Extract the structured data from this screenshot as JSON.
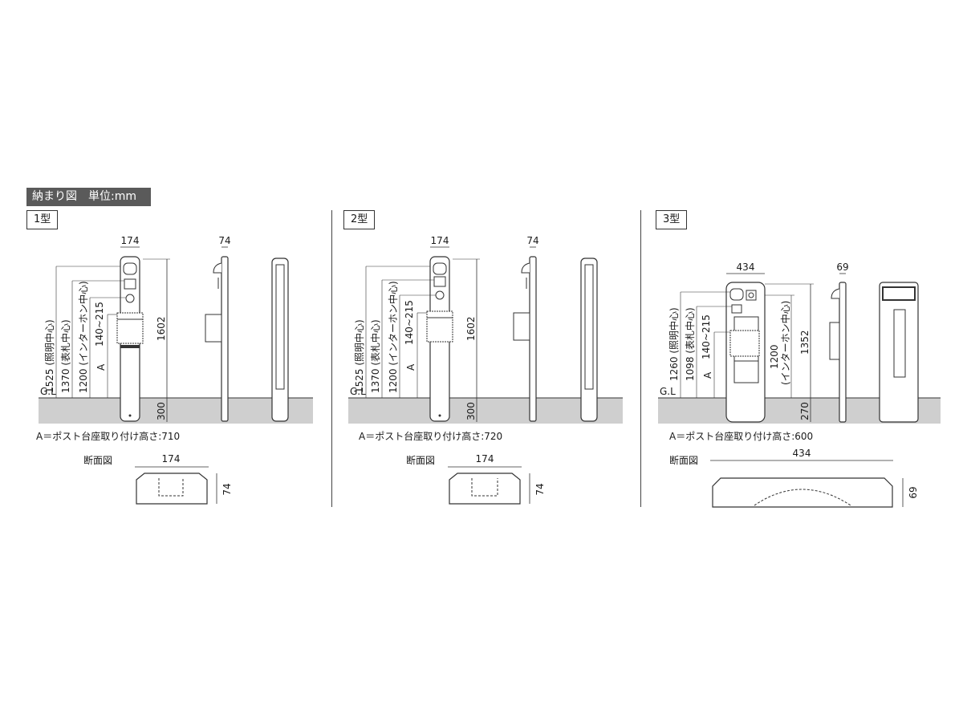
{
  "header": {
    "title": "納まり図　単位:mm"
  },
  "common": {
    "ground_label": "G.L",
    "section_label": "断面図"
  },
  "panels": [
    {
      "type_label": "1型",
      "front_width": "174",
      "side_width": "74",
      "total_height": "1602",
      "embed_depth": "300",
      "dim_lighting": "1525 (照明中心)",
      "dim_nameplate": "1370 (表札中心)",
      "dim_intercom": "1200 (インターホン中心)",
      "dim_range": "140~215",
      "dim_a": "A",
      "mount_note": "A＝ポスト台座取り付け高さ:710",
      "section_width": "174",
      "section_depth": "74"
    },
    {
      "type_label": "2型",
      "front_width": "174",
      "side_width": "74",
      "total_height": "1602",
      "embed_depth": "300",
      "dim_lighting": "1525 (照明中心)",
      "dim_nameplate": "1370 (表札中心)",
      "dim_intercom": "1200 (インターホン中心)",
      "dim_range": "140~215",
      "dim_a": "A",
      "mount_note": "A＝ポスト台座取り付け高さ:720",
      "section_width": "174",
      "section_depth": "74"
    },
    {
      "type_label": "3型",
      "front_width": "434",
      "side_width": "69",
      "total_height": "1352",
      "embed_depth": "270",
      "dim_lighting": "1260 (照明中心)",
      "dim_nameplate": "1098 (表札中心)",
      "dim_range": "140~215",
      "dim_a": "A",
      "dim_intercom_1": "1200",
      "dim_intercom_2": "(インターホン中心)",
      "mount_note": "A＝ポスト台座取り付け高さ:600",
      "section_width": "434",
      "section_depth": "69"
    }
  ]
}
